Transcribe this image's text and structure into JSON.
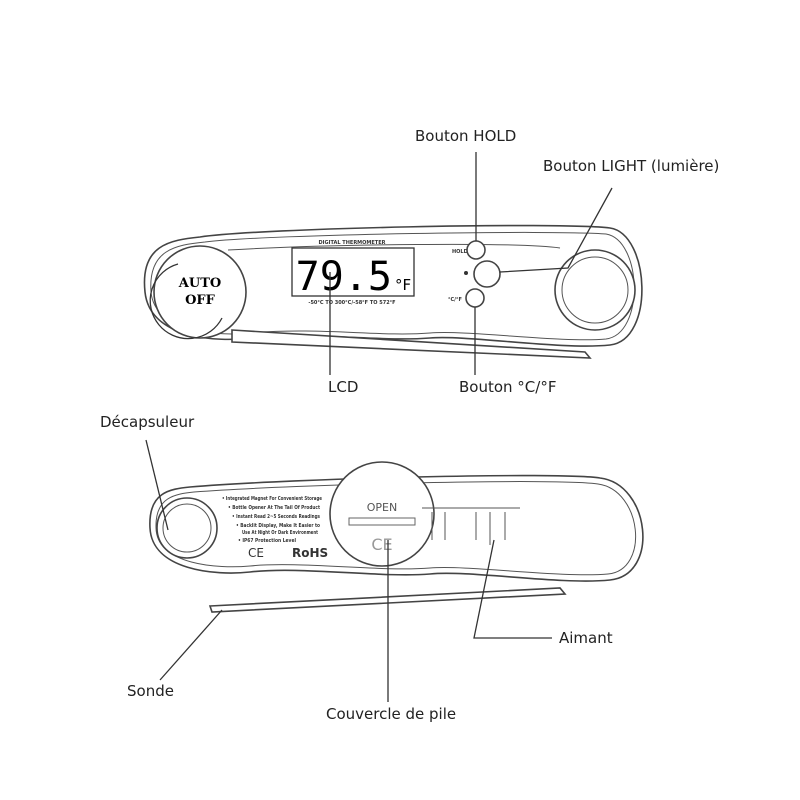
{
  "labels": {
    "hold": "Bouton HOLD",
    "light": "Bouton LIGHT (lumière)",
    "lcd": "LCD",
    "unit": "Bouton °C/°F",
    "opener": "Décapsuleur",
    "magnet": "Aimant",
    "probe": "Sonde",
    "battery": "Couvercle de pile"
  },
  "front": {
    "title": "DIGITAL THERMOMETER",
    "reading": "79.5",
    "unit": "°F",
    "range": "-50°C TO 300°C/-58°F TO 572°F",
    "auto_off": [
      "AUTO",
      "OFF"
    ],
    "hold_btn": "HOLD",
    "cf_btn": "°C/°F"
  },
  "back": {
    "features": [
      "• Integrated Magnet For Convenient Storage",
      "• Bottle Opener At The Tail Of Product",
      "• Instant Read 2~5 Seconds Readings",
      "• Backlit Display, Make It Easier to",
      "Use At Night Or Dark Environment",
      "• IP67 Protection Level"
    ],
    "ce": "CE",
    "rohs": "RoHS",
    "open": "OPEN"
  }
}
